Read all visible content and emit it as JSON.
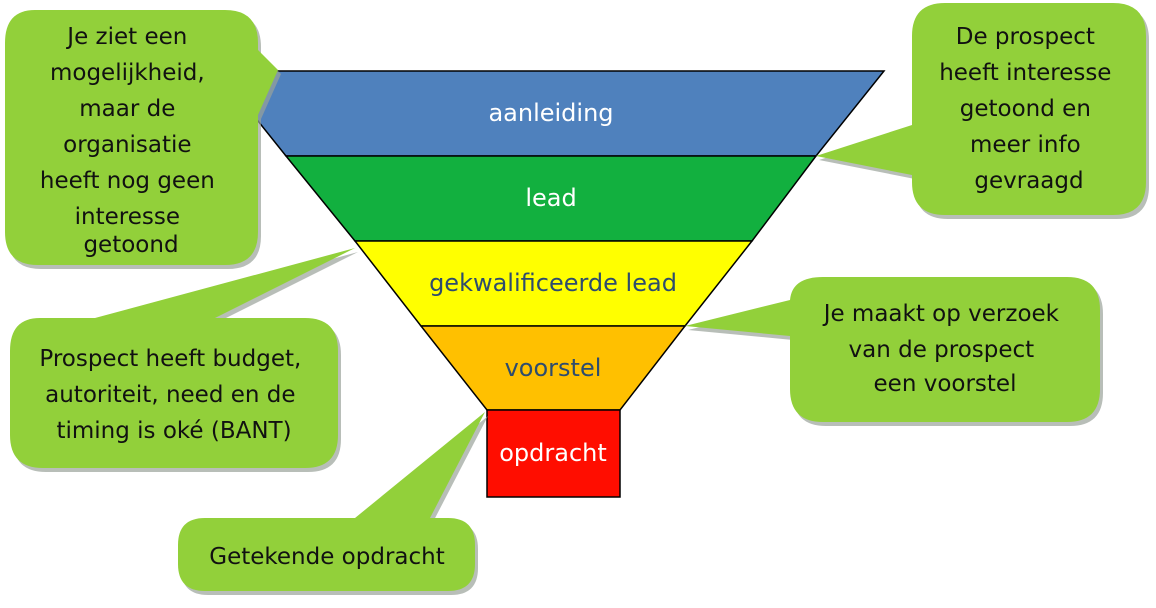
{
  "stages": [
    {
      "label": "aanleiding",
      "color": "#4F81BD",
      "text_color": "#ffffff"
    },
    {
      "label": "lead",
      "color": "#12B03F",
      "text_color": "#ffffff"
    },
    {
      "label": "gekwalificeerde lead",
      "color": "#FFFF00",
      "text_color": "#2E4C6E"
    },
    {
      "label": "voorstel",
      "color": "#FFC000",
      "text_color": "#2E4C6E"
    },
    {
      "label": "opdracht",
      "color": "#FF0D00",
      "text_color": "#ffffff"
    }
  ],
  "callouts": {
    "aanleiding": [
      "Je ziet een",
      "mogelijkheid,",
      "maar de",
      "organisatie",
      "heeft nog geen",
      "interesse",
      "getoond"
    ],
    "lead": [
      "De prospect",
      "heeft interesse",
      "getoond en",
      "meer info",
      "gevraagd"
    ],
    "gekwalificeerde_lead": [
      "Prospect heeft budget,",
      "autoriteit, need en de",
      "timing is oké (BANT)"
    ],
    "voorstel": [
      "Je maakt op verzoek",
      "van de prospect",
      "een voorstel"
    ],
    "opdracht": [
      "Getekende opdracht"
    ]
  },
  "callout_color": "#92D03A"
}
